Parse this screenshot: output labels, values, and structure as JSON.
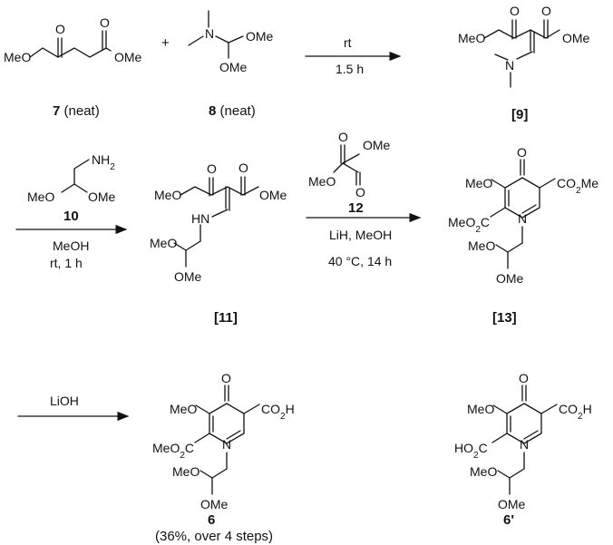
{
  "reagents": {
    "rt": "rt",
    "time1": "1.5 h",
    "meoh": "MeOH",
    "rt1h": "rt, 1 h",
    "lih": "LiH, MeOH",
    "temp": "40 °C, 14 h",
    "lioh": "LiOH"
  },
  "compounds": {
    "c7": {
      "num": "7",
      "note": " (neat)"
    },
    "c8": {
      "num": "8",
      "note": " (neat)"
    },
    "c9": {
      "label": "[9]"
    },
    "c10": {
      "num": "10"
    },
    "c11": {
      "label": "[11]"
    },
    "c12": {
      "num": "12"
    },
    "c13": {
      "label": "[13]"
    },
    "c6": {
      "num": "6",
      "yield": "(36%, over 4 steps)"
    },
    "c6p": {
      "num": "6'"
    }
  },
  "plus": "+",
  "atoms": {
    "meo": "MeO",
    "ome": "OMe",
    "o": "O",
    "n": "N",
    "hn": "HN",
    "nh2": "NH",
    "sub2": "2",
    "co2me": "CO",
    "co2me_tail": "Me",
    "meo2c": "MeO",
    "meo2c_tail": "C",
    "co2h": "CO",
    "co2h_tail": "H",
    "ho2c": "HO",
    "ho2c_tail": "C",
    "me": "Me"
  }
}
